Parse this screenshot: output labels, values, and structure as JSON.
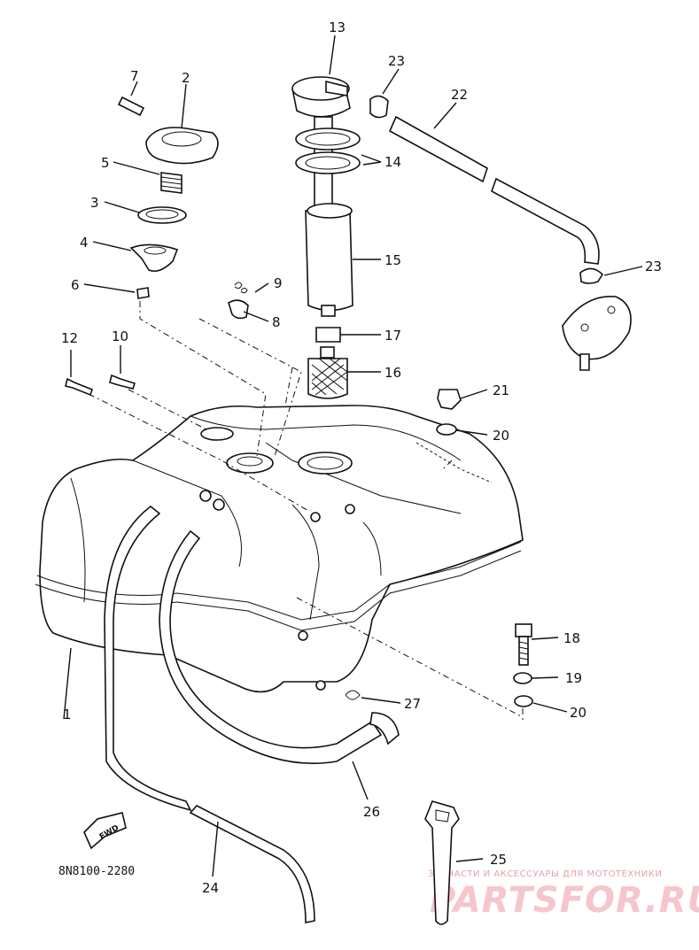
{
  "diagram": {
    "code": "8N8100-2280",
    "fwd_label": "FWD",
    "callouts": [
      "1",
      "2",
      "3",
      "4",
      "5",
      "6",
      "7",
      "8",
      "9",
      "10",
      "12",
      "13",
      "14",
      "15",
      "16",
      "17",
      "18",
      "19",
      "20",
      "20",
      "21",
      "22",
      "23",
      "23",
      "24",
      "25",
      "26",
      "27"
    ]
  },
  "watermark": {
    "tagline": "ЗАПЧАСТИ И АКСЕССУАРЫ ДЛЯ МОТОТЕХНИКИ",
    "brand": "PARTSFOR.RU"
  }
}
